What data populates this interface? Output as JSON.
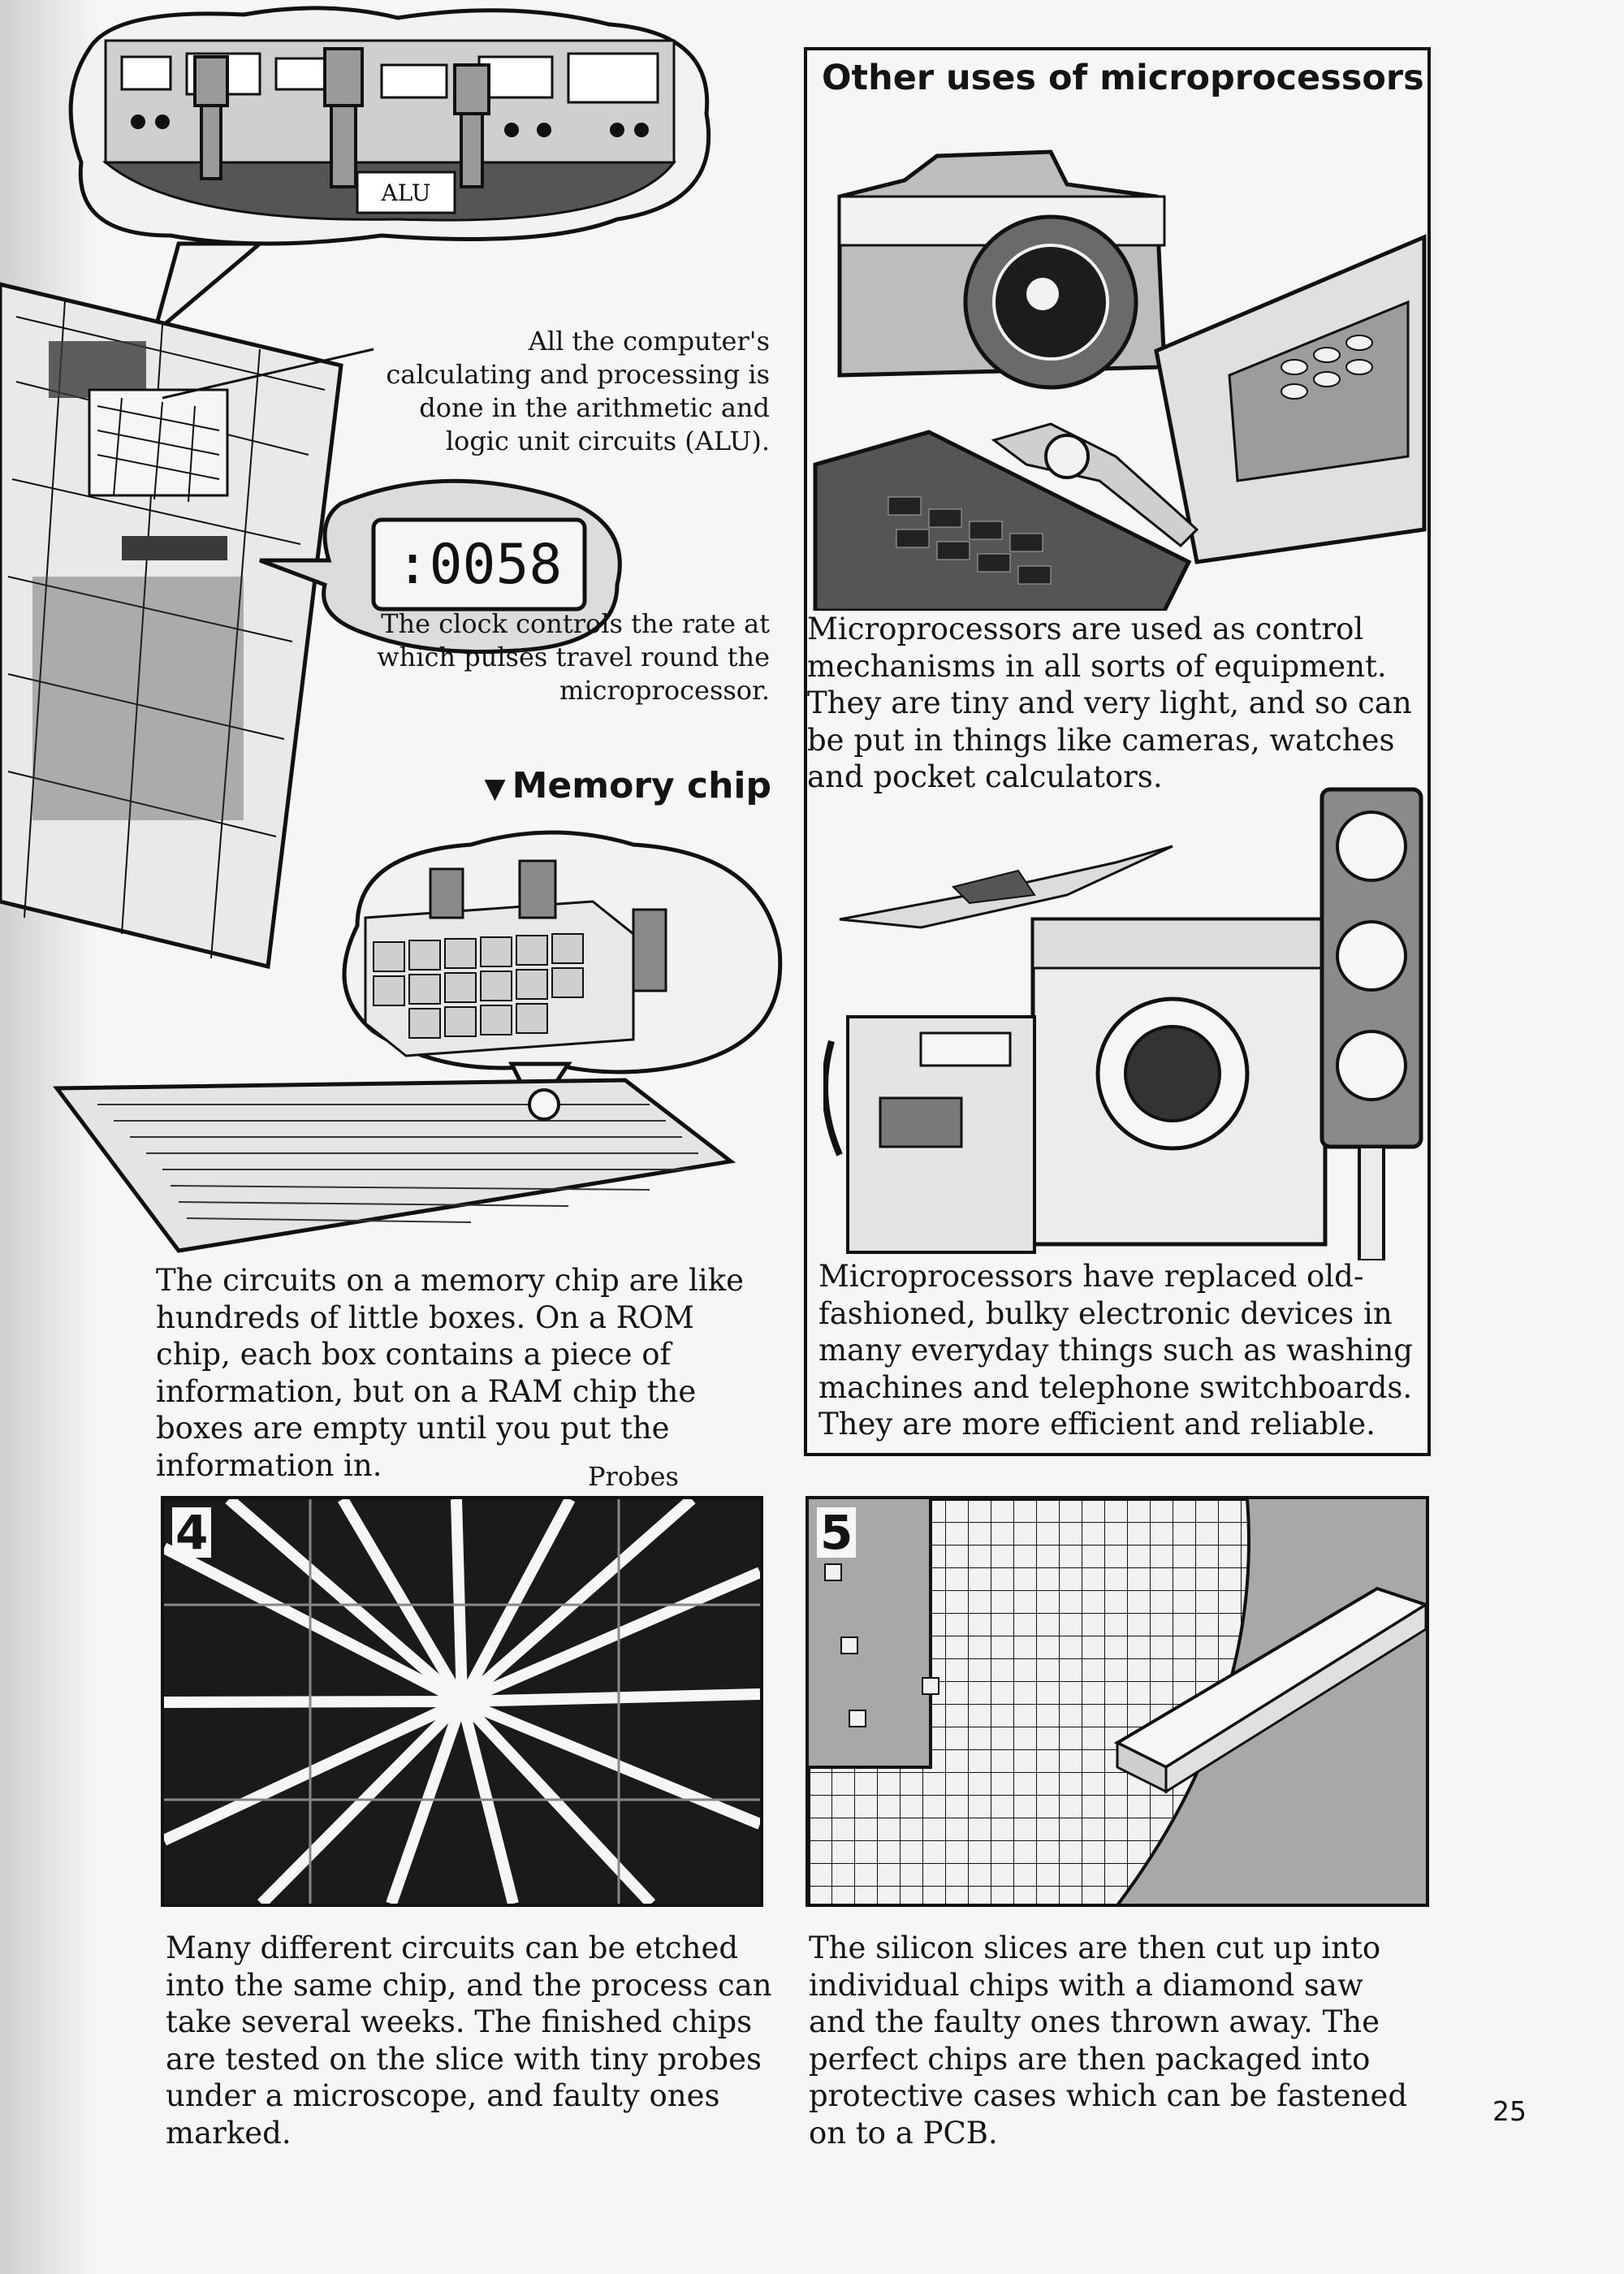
{
  "alu_illustration": {
    "label": "ALU"
  },
  "captions": {
    "alu": "All the computer's calculating and processing is done in the arithmetic and logic unit circuits (ALU).",
    "clock": "The clock controls the rate at which pulses travel round the microprocessor."
  },
  "clock_display": ":0058",
  "memory_chip": {
    "heading": "Memory chip",
    "arrow": "▼",
    "text": "The circuits on a memory chip are like hundreds of little boxes. On a ROM chip, each box contains a piece of information, but on a RAM chip the boxes are empty until you put the information in."
  },
  "other_uses": {
    "title": "Other uses of microprocessors",
    "text_1": "Microprocessors are used as control mechanisms in all sorts of equipment. They are tiny and very light, and so can be put in things like cameras, watches and pocket calculators.",
    "text_2": "Microprocessors have replaced old-fashioned, bulky electronic devices in many everyday things such as washing machines and telephone switchboards. They are more efficient and reliable."
  },
  "step_4": {
    "number": "4",
    "probes_label": "Probes",
    "text": "Many different circuits can be etched into the same chip, and the process can take several weeks. The finished chips are tested on the slice with tiny probes under a microscope, and faulty ones marked."
  },
  "step_5": {
    "number": "5",
    "text": "The silicon slices are then cut up into individual chips with a diamond saw and the faulty ones thrown away. The perfect chips are then packaged into protective cases which can be fastened on to a PCB."
  },
  "page_number": "25"
}
